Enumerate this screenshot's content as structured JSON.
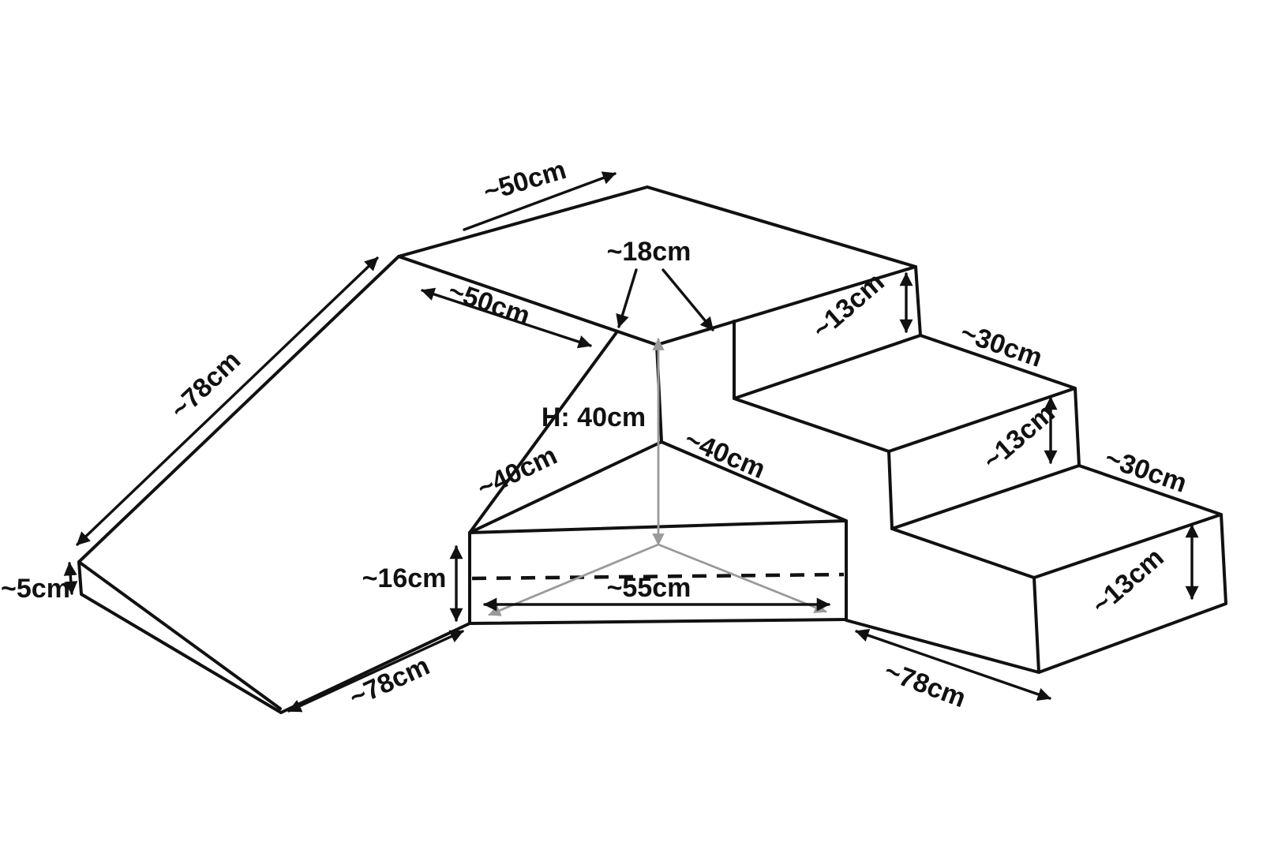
{
  "diagram": {
    "type": "isometric-dimension-drawing",
    "colors": {
      "line": "#111111",
      "helper": "#9a9a9a",
      "background": "#ffffff"
    },
    "labels": {
      "platform_back_edge": "~50cm",
      "slide_top_width": "~50cm",
      "platform_edge_width": "~18cm",
      "total_height": "H: 40cm",
      "corner_left_edge": "~40cm",
      "corner_right_edge": "~40cm",
      "corner_height": "~16cm",
      "corner_front_width": "~55cm",
      "slide_length": "~78cm",
      "slide_end_thickness": "~5cm",
      "base_left_edge": "~78cm",
      "base_right_edge": "~78cm",
      "step1_height": "~13cm",
      "step1_depth": "~30cm",
      "step2_height": "~13cm",
      "step2_depth": "~30cm",
      "step3_height": "~13cm"
    }
  }
}
